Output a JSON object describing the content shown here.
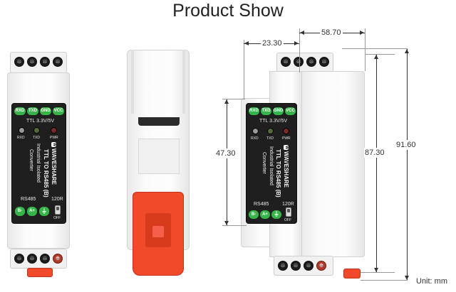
{
  "title": "Product Show",
  "module": {
    "pins": [
      "RXD",
      "TXD",
      "GND",
      "VCC"
    ],
    "voltage": "TTL  3.3V/5V",
    "leds": [
      "RXD",
      "TXD",
      "PWR"
    ],
    "brand": "WAVESHARE",
    "model": "TTL TO RS485 (B)",
    "subtitle_1": "Industrial Isolated",
    "subtitle_2": "Converter",
    "rs485": "RS485",
    "bus_pins": [
      "B-",
      "A+",
      "⏚"
    ],
    "resistor": "120R",
    "switch_state": "OFF"
  },
  "dimensions": {
    "top_left": "23.30",
    "top_right": "58.70",
    "face_height": "47.30",
    "body_height": "87.30",
    "total_height": "91.60",
    "unit": "Unit:  mm"
  },
  "colors": {
    "pin_green": "#38b54a",
    "clip_red": "#f04a2a",
    "face_black": "#1f1f1f"
  }
}
